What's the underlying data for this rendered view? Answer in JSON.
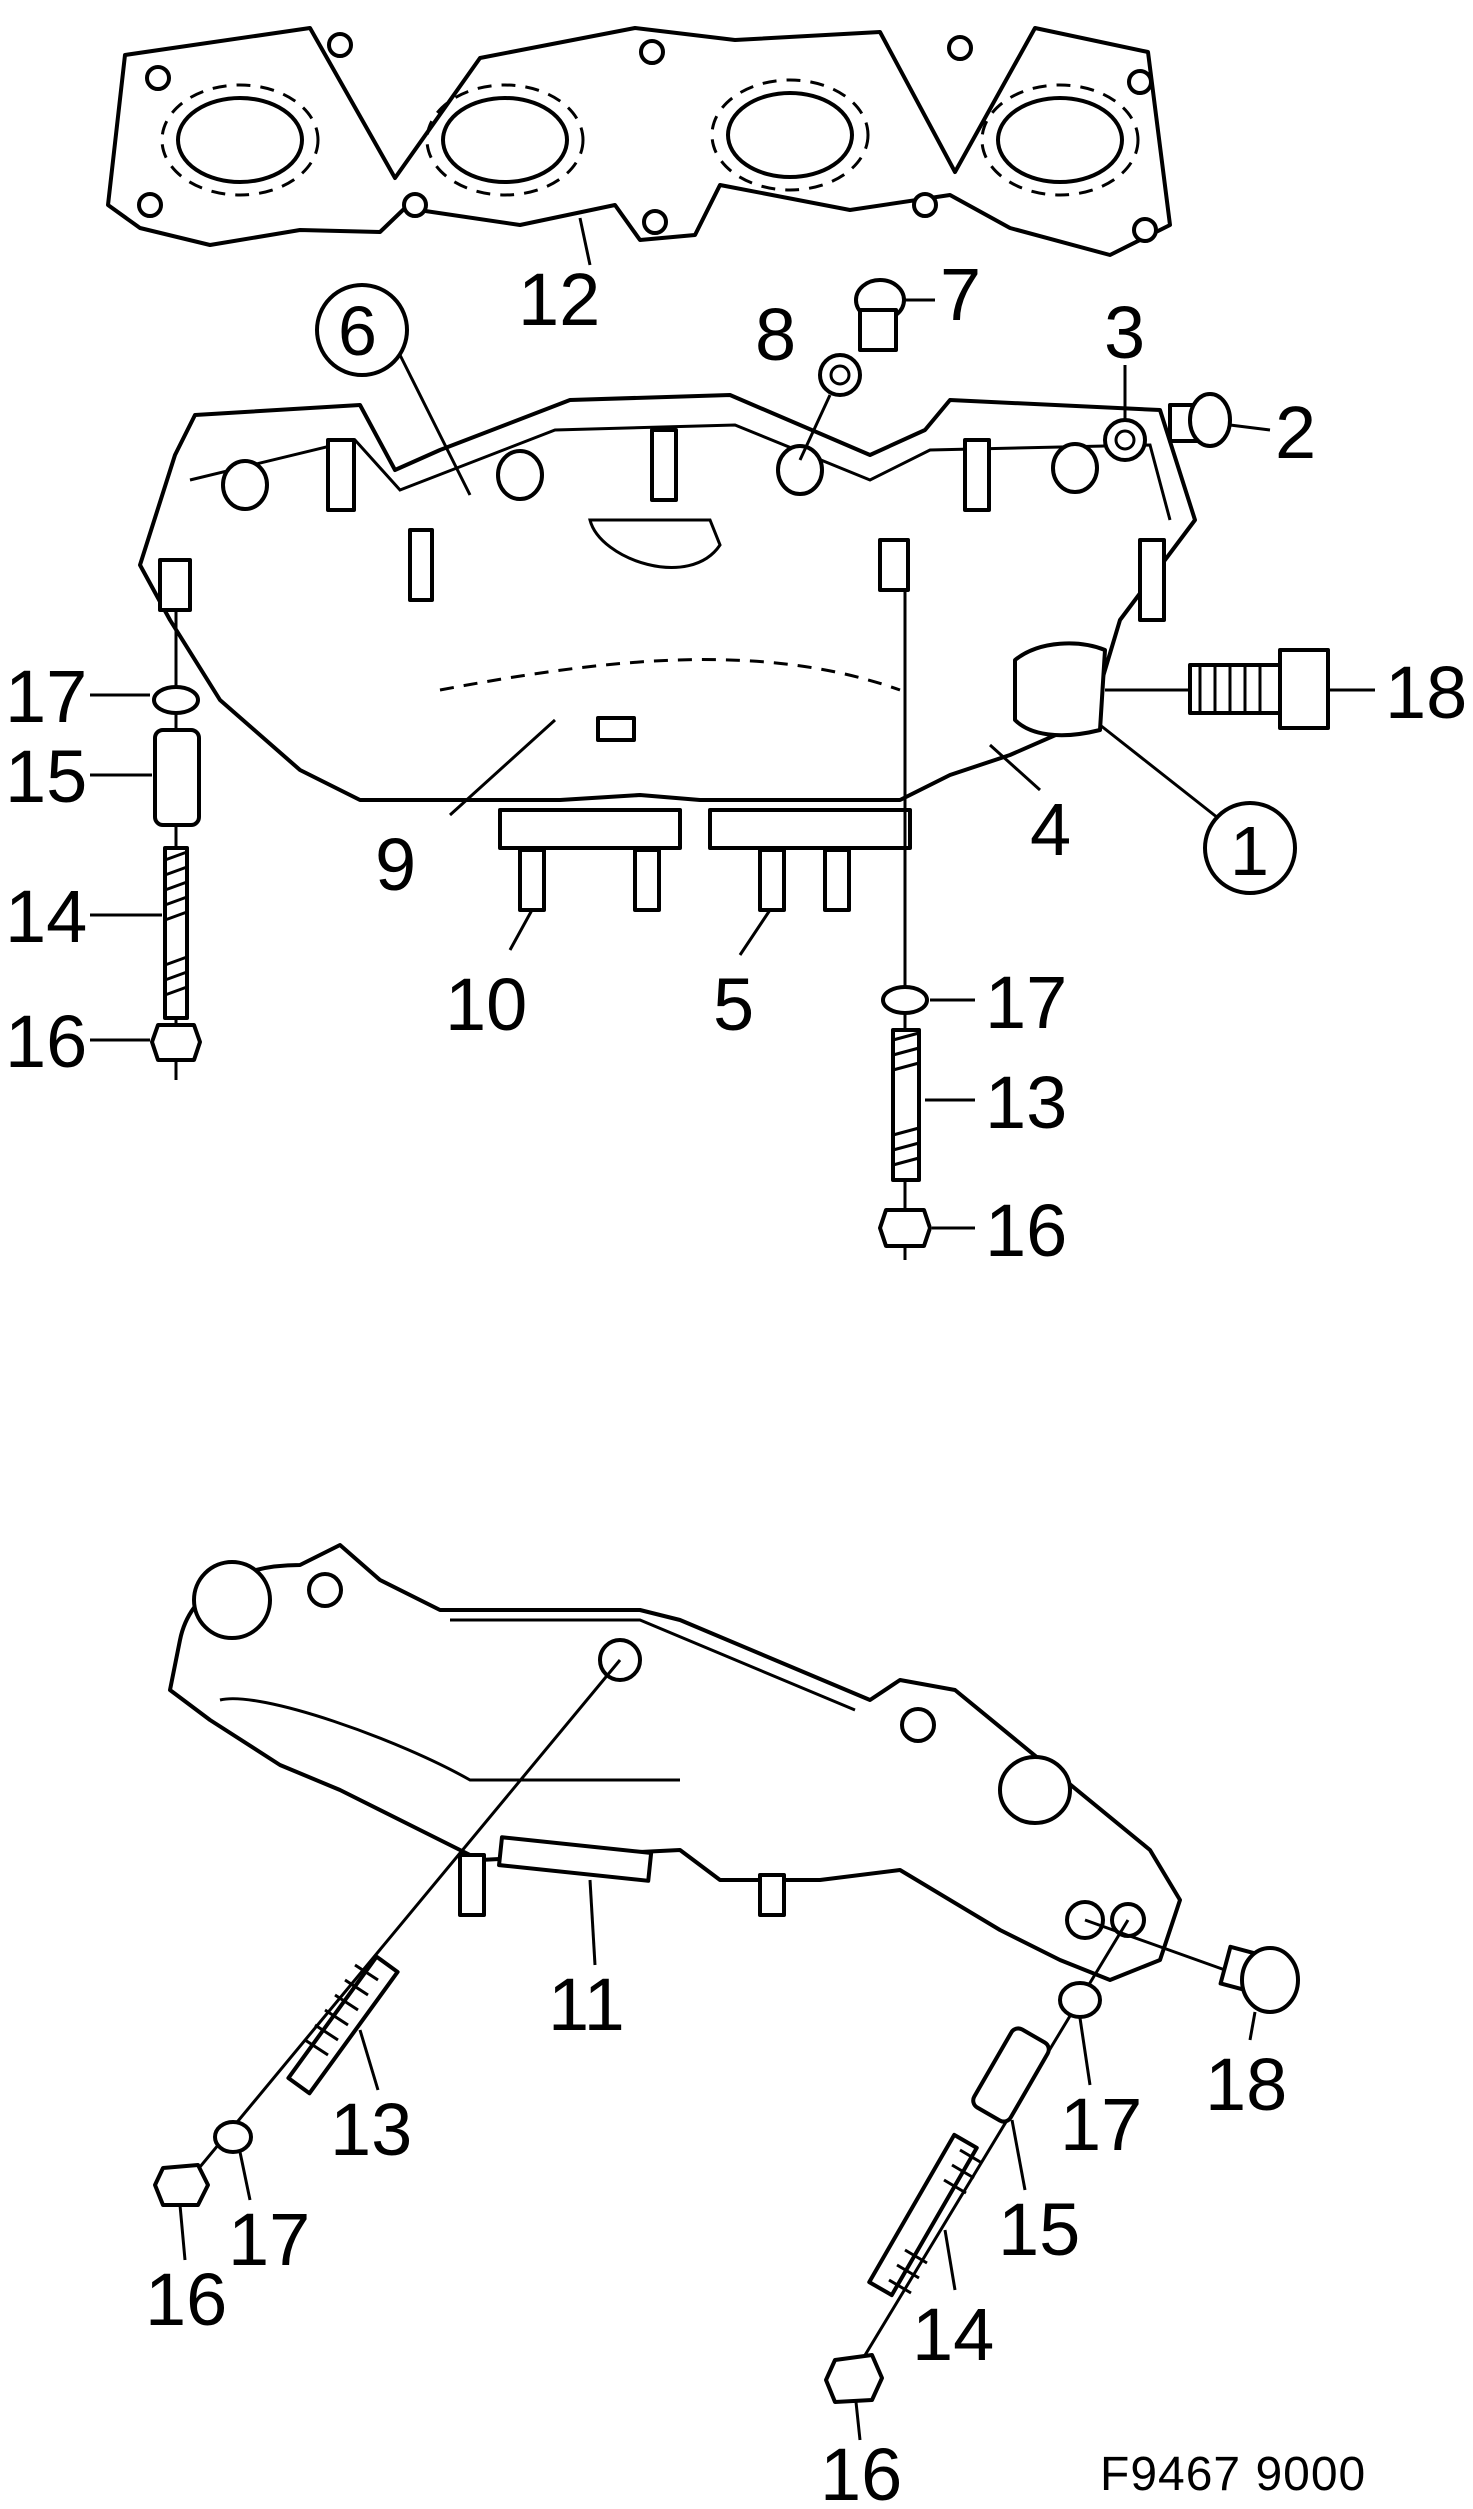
{
  "diagram": {
    "labels": {
      "top": {
        "l1": "1",
        "l2": "2",
        "l3": "3",
        "l4": "4",
        "l5": "5",
        "l6": "6",
        "l7": "7",
        "l8": "8",
        "l9": "9",
        "l10": "10",
        "l12": "12",
        "l13": "13",
        "l14": "14",
        "l15": "15",
        "l16a": "16",
        "l16b": "16",
        "l17a": "17",
        "l17b": "17",
        "l18": "18"
      },
      "bottom": {
        "l11": "11",
        "l13": "13",
        "l14": "14",
        "l15": "15",
        "l16a": "16",
        "l16b": "16",
        "l17a": "17",
        "l17b": "17",
        "l18": "18"
      }
    },
    "drawing_code": "F9467 9000"
  }
}
